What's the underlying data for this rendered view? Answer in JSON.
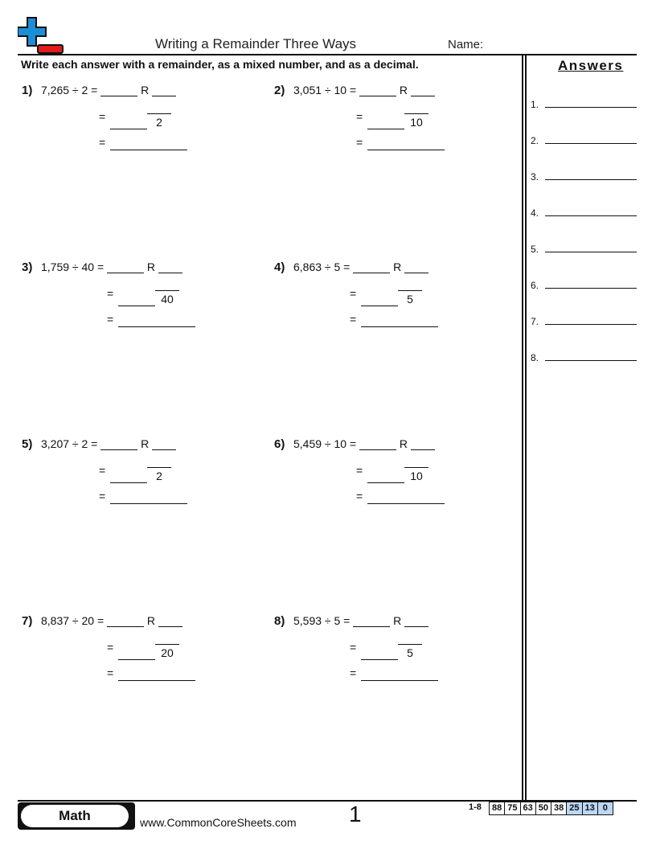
{
  "header": {
    "title": "Writing a Remainder Three Ways",
    "name_label": "Name:",
    "instructions": "Write each answer with a remainder, as a mixed number, and as a decimal."
  },
  "answers": {
    "title": "Answers",
    "items": [
      "1.",
      "2.",
      "3.",
      "4.",
      "5.",
      "6.",
      "7.",
      "8."
    ]
  },
  "problems": [
    {
      "num": "1)",
      "expr": "7,265 ÷ 2 =",
      "r": "R",
      "eq": "=",
      "den": "2"
    },
    {
      "num": "2)",
      "expr": "3,051 ÷ 10 =",
      "r": "R",
      "eq": "=",
      "den": "10"
    },
    {
      "num": "3)",
      "expr": "1,759 ÷ 40 =",
      "r": "R",
      "eq": "=",
      "den": "40"
    },
    {
      "num": "4)",
      "expr": "6,863 ÷ 5 =",
      "r": "R",
      "eq": "=",
      "den": "5"
    },
    {
      "num": "5)",
      "expr": "3,207 ÷ 2 =",
      "r": "R",
      "eq": "=",
      "den": "2"
    },
    {
      "num": "6)",
      "expr": "5,459 ÷ 10 =",
      "r": "R",
      "eq": "=",
      "den": "10"
    },
    {
      "num": "7)",
      "expr": "8,837 ÷ 20 =",
      "r": "R",
      "eq": "=",
      "den": "20"
    },
    {
      "num": "8)",
      "expr": "5,593 ÷ 5 =",
      "r": "R",
      "eq": "=",
      "den": "5"
    }
  ],
  "footer": {
    "badge": "Math",
    "site": "www.CommonCoreSheets.com",
    "page": "1",
    "score_label": "1-8",
    "scores": [
      "88",
      "75",
      "63",
      "50",
      "38",
      "25",
      "13",
      "0"
    ],
    "highlight_color": "#bcd7f5"
  },
  "logo": {
    "icon": "plus-minus-logo-icon",
    "blue": "#1a8fd6",
    "red": "#e21b1b"
  }
}
